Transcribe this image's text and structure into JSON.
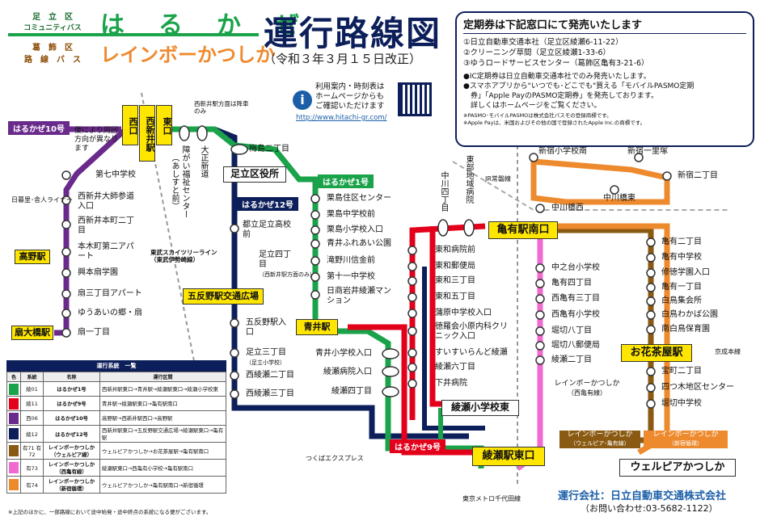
{
  "header": {
    "adachi_label": "足　立　区",
    "community_label": "コミュニティバス",
    "katsushika_label": "葛　飾　区",
    "route_bus_label": "路　線　バ　ス",
    "title_haru": "は　る　か　ぜ",
    "title_rainbow": "レインボーかつしか",
    "main_title": "運行路線図",
    "revision": "（令和３年３月１５日改正）"
  },
  "ticket": {
    "title": "定期券は下記窓口にて発売いたします",
    "lines": [
      "①日立自動車交通本社（足立区綾瀬6-11-22）",
      "②クリーニング草間（足立区綾瀬1-33-6）",
      "③ゆうロードサービスセンター（葛飾区亀有3-21-6）",
      "●IC定期券は日立自動車交通本社でのみ発売いたします。",
      "●スマホアプリから\"いつでも･どこでも\"買える「モバイルPASMO定期",
      "　券」「Apple PayのPASMO定期券」を発売しております。",
      "　詳しくはホームページをご覧ください。",
      "※PASMO･モバイルPASMOは株式会社パスモの登録商標です。",
      "※Apple Payは、米国およびその他の国で登録されたApple Inc.の商標です。"
    ]
  },
  "info": {
    "line1": "利用案内・時刻表は",
    "line2": "ホームページからも",
    "line3": "ご確認いただけます",
    "url": "http://www.hitachi-gr.com/"
  },
  "tags": {
    "h10": "はるかぜ10号",
    "h1": "はるかぜ1号",
    "h12": "はるかぜ12号",
    "h9": "はるかぜ9号"
  },
  "boxes": {
    "nishi": "西口",
    "nishiarai": "西新井駅",
    "higashi": "東口",
    "adachi": "足立区役所",
    "takano": "高野駅",
    "ogi": "扇大橋駅",
    "gotanno": "五反野駅交通広場",
    "aoi": "青井駅",
    "kameari": "亀有駅南口",
    "ohanajaya": "お花茶屋駅",
    "ayase_e": "綾瀬小学校東",
    "ayase_ek": "綾瀬駅東口",
    "weru": "ウェルピアかつしか"
  },
  "stops_line10": [
    "第七中学校",
    "西新井大師参道入口",
    "西新井本町二丁目",
    "本木町第二アパート",
    "興本扇学園",
    "扇三丁目アパート",
    "ゆうあいの郷・扇",
    "扇一丁目"
  ],
  "note_loop": "便により周回方向が異なります",
  "note_nishiarai": "西新井駅方面は降車のみ",
  "vertical_labels": {
    "fukushi": "障がい福祉センター",
    "ashito": "（あしすと前）",
    "daishi": "大正新道",
    "nakagawa4": "中川四丁目",
    "toubu": "東部地域病院"
  },
  "stops_line1": [
    "梅島二丁目",
    "栗島住区センター",
    "栗島中学校前",
    "栗島小学校入口",
    "青井ふれあい公園",
    "滝野川信金前",
    "第十一中学校",
    "日商岩井綾瀬マンション"
  ],
  "stops_line12": [
    "都立足立高校前",
    "足立四丁目",
    "五反野駅入口",
    "足立三丁目",
    "西綾瀬二丁目",
    "西綾瀬三丁目"
  ],
  "sub_labels": {
    "adachi4": "（西新井駅方面のみ）",
    "adachi3": "（足立小学校）"
  },
  "stops_aoi": [
    "青井小学校入口",
    "綾瀬病院入口",
    "綾瀬四丁目"
  ],
  "stops_line9": [
    "東和病院前",
    "東和郵便局",
    "東和三丁目",
    "東和五丁目",
    "蒲原中学校入口",
    "徳羅会小原内科クリニック入口",
    "すいすいらんど綾瀬",
    "綾瀬六丁目",
    "下井病院"
  ],
  "stops_pink": [
    "中之台小学校",
    "亀有四丁目",
    "西亀有三丁目",
    "西亀有小学校",
    "堀切八丁目",
    "堀切八郵便局",
    "綾瀬二丁目"
  ],
  "stops_east": [
    "亀有二丁目",
    "亀有中学校",
    "修徳学園入口",
    "亀有一丁目",
    "白鳥集会所",
    "白鳥わかば公園",
    "南白鳥保育園",
    "宝町二丁目",
    "四つ木地区センター",
    "堀切中学校"
  ],
  "stops_top": [
    "新宿小学校南",
    "新宿一里塚",
    "新宿二丁目",
    "中川橋東",
    "中川橋西"
  ],
  "rail": {
    "nippori": "日暮里･舎人ライナー",
    "skytree": "東武スカイツリーライン（東武伊勢崎線）",
    "joban": "JR常磐線",
    "keisei": "京成本線",
    "tsukuba": "つくばエクスプレス",
    "chiyoda": "東京メトロ千代田線"
  },
  "route_labels": {
    "rb_west": "レインボーかつしか",
    "rb_west_sub": "（西亀有線）",
    "rb_weru": "レインボーかつしか",
    "rb_weru_sub": "（ウェルピア･亀有線）",
    "rb_shin": "レインボーかつしか",
    "rb_shin_sub": "（新宿循環）"
  },
  "operator": {
    "name": "運行会社：日立自動車交通株式会社",
    "contact": "（お問い合わせ:03-5682-1122）"
  },
  "table": {
    "caption": "運行系統　一覧",
    "headers": [
      "色",
      "系統",
      "名称",
      "運行区間"
    ],
    "rows": [
      {
        "color": "#1aa34a",
        "code": "綾01",
        "name": "はるかぜ1号",
        "section": "西新井駅東口→青井駅→綾瀬駅東口→綾瀬小学校東"
      },
      {
        "color": "#e3001b",
        "code": "綾11",
        "name": "はるかぜ9号",
        "section": "青井駅→綾瀬駅東口→亀有駅南口"
      },
      {
        "color": "#6a2a8c",
        "code": "西06",
        "name": "はるかぜ10号",
        "section": "高野駅→西新井駅西口→高野駅"
      },
      {
        "color": "#0d1f5a",
        "code": "綾12",
        "name": "はるかぜ12号",
        "section": "西新井駅東口→五反野駅交通広場→綾瀬駅東口→亀有駅"
      },
      {
        "color": "#8a5a12",
        "code": "有71 有72",
        "name": "レインボーかつしか（ウェルピア線）",
        "section": "ウェルピアかつしか→お花茶屋駅→亀有駅南口"
      },
      {
        "color": "#f06ad0",
        "code": "有73",
        "name": "レインボーかつしか（西亀有線）",
        "section": "綾瀬駅東口→西亀有小学校→亀有駅南口"
      },
      {
        "color": "#ee8a2e",
        "code": "有74",
        "name": "レインボーかつしか（新宿循環）",
        "section": "ウェルピアかつしか→亀有駅南口→新宿循環"
      }
    ],
    "footnote": "※上記のほかに、一部路線において途中始発・途中終点の系統になる便がございます。"
  },
  "colors": {
    "green": "#1aa34a",
    "red": "#e3001b",
    "purple": "#6a2a8c",
    "navy": "#0d1f5a",
    "brown": "#8a5a12",
    "pink": "#f06ad0",
    "orange": "#ee8a2e",
    "yellow": "#ffe600"
  }
}
